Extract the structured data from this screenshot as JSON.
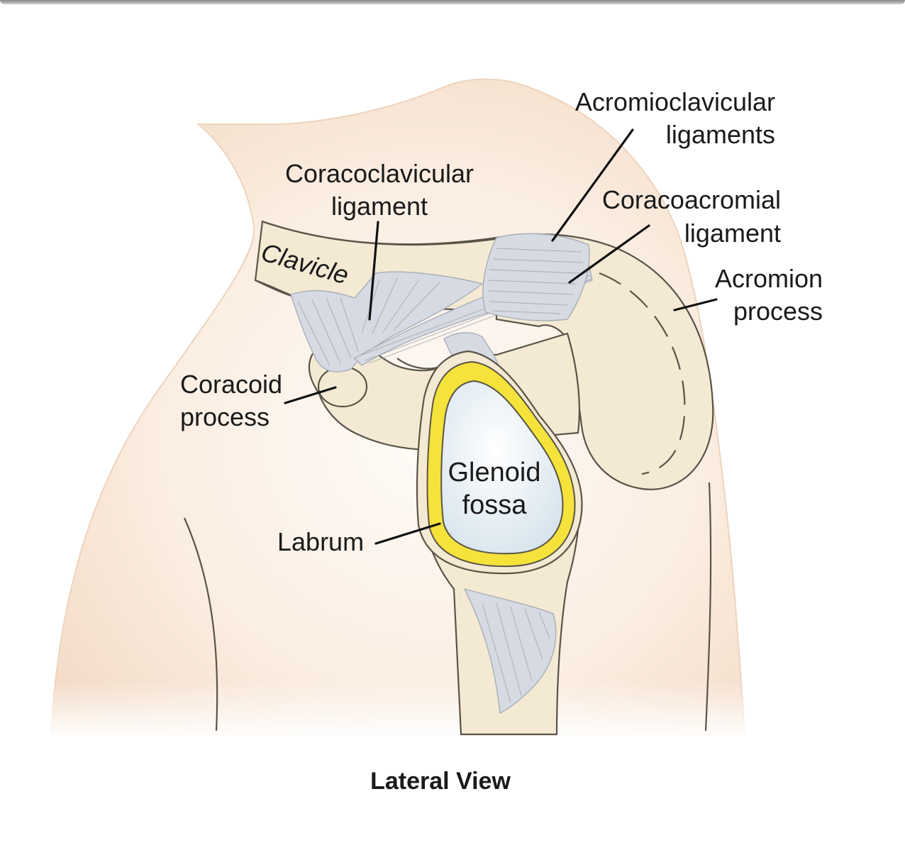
{
  "figure": {
    "caption": "Lateral View",
    "colors": {
      "skin": "#f6e6d6",
      "bone": "#f4ead3",
      "ligament": "#d6dae2",
      "labrum": "#f5e23a",
      "glenoid": "#e3edf3"
    },
    "labels": {
      "acromioclavicular_line1": "Acromioclavicular",
      "acromioclavicular_line2": "ligaments",
      "coracoclavicular_line1": "Coracoclavicular",
      "coracoclavicular_line2": "ligament",
      "coracoacromial_line1": "Coracoacromial",
      "coracoacromial_line2": "ligament",
      "acromion_line1": "Acromion",
      "acromion_line2": "process",
      "clavicle": "Clavicle",
      "coracoid_line1": "Coracoid",
      "coracoid_line2": "process",
      "glenoid_line1": "Glenoid",
      "glenoid_line2": "fossa",
      "labrum": "Labrum"
    }
  }
}
